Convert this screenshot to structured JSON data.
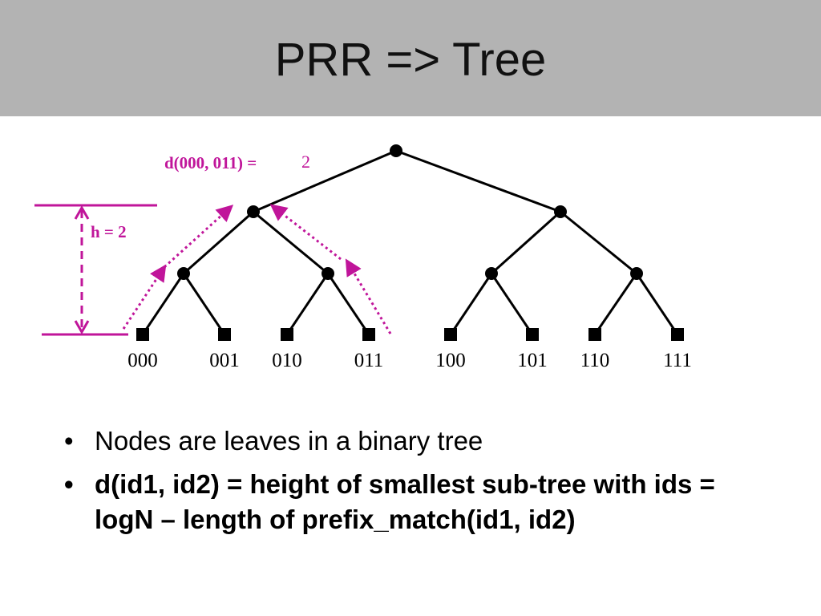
{
  "slide": {
    "title": "PRR => Tree"
  },
  "diagram": {
    "distance_label": "d(000, 011) =",
    "distance_value": "2",
    "height_label": "h = 2",
    "leaf_ids": [
      "000",
      "001",
      "010",
      "011",
      "100",
      "101",
      "110",
      "111"
    ],
    "accent_color": "#c0159a"
  },
  "bullets": [
    {
      "text": "Nodes are leaves in a binary tree",
      "bold": false
    },
    {
      "text": "d(id1, id2) = height of smallest sub-tree with ids = logN – length of prefix_match(id1, id2)",
      "bold": true
    }
  ],
  "bullet_glyph": "•"
}
